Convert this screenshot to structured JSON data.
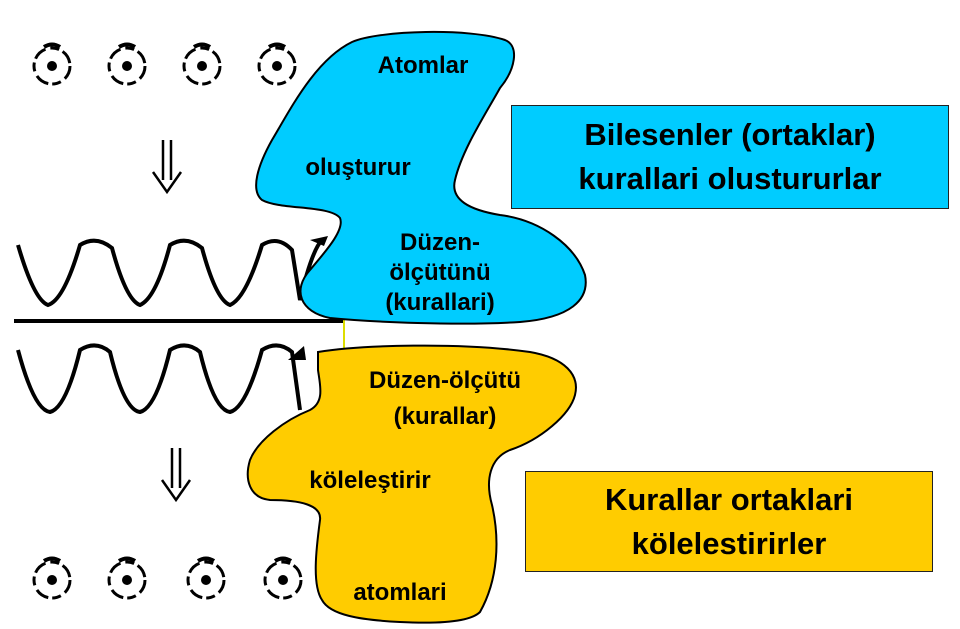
{
  "colors": {
    "blue_fill": "#00ccff",
    "yellow_fill": "#ffcc00",
    "ink": "#000000",
    "accent_line": "#dddd00"
  },
  "icons": {
    "atom": "atom-icon",
    "arrow": "double-down-arrow-icon",
    "wave": "wave-pattern"
  },
  "blue_blob": {
    "line1": "Atomlar",
    "line2": "oluşturur",
    "line3": "Düzen-",
    "line4": "ölçütünü",
    "line5": "(kurallari)"
  },
  "yellow_blob": {
    "line1": "Düzen-ölçütü",
    "line2": "(kurallar)",
    "line3": "köleleştirir",
    "line4": "atomlari"
  },
  "blue_box": {
    "line1": "Bilesenler (ortaklar)",
    "line2": "kurallari olustururlar"
  },
  "yellow_box": {
    "line1": "Kurallar ortaklari",
    "line2": "kölelestirirler"
  }
}
